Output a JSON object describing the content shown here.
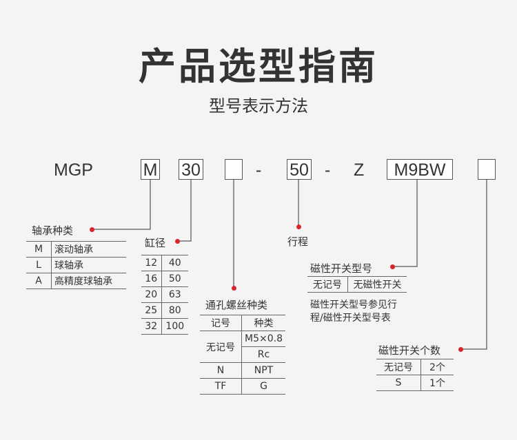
{
  "title": "产品选型指南",
  "subtitle": "型号表示方法",
  "model": {
    "prefix": "MGP",
    "bearing_code": "M",
    "bore_code": "30",
    "thread_code": "",
    "dash1": "-",
    "stroke_code": "50",
    "dash2": "-",
    "z": "Z",
    "switch_code": "M9BW",
    "switch_count_code": ""
  },
  "bearing": {
    "label": "轴承种类",
    "rows": [
      {
        "code": "M",
        "desc": "滚动轴承"
      },
      {
        "code": "L",
        "desc": "球轴承"
      },
      {
        "code": "A",
        "desc": "高精度球轴承"
      }
    ]
  },
  "bore": {
    "label": "缸径",
    "rows": [
      [
        "12",
        "40"
      ],
      [
        "16",
        "50"
      ],
      [
        "20",
        "63"
      ],
      [
        "25",
        "80"
      ],
      [
        "32",
        "100"
      ]
    ]
  },
  "thread": {
    "label": "通孔螺丝种类",
    "headers": [
      "记号",
      "种类"
    ],
    "none_label": "无记号",
    "none_values": [
      "M5×0.8",
      "Rc"
    ],
    "rows": [
      {
        "code": "N",
        "type": "NPT"
      },
      {
        "code": "TF",
        "type": "G"
      }
    ]
  },
  "stroke": {
    "label": "行程"
  },
  "switch_type": {
    "label": "磁性开关型号",
    "none_code": "无记号",
    "none_desc": "无磁性开关",
    "note_line1": "磁性开关型号参见行",
    "note_line2": "程/磁性开关型号表"
  },
  "switch_count": {
    "label": "磁性开关个数",
    "rows": [
      {
        "code": "无记号",
        "count": "2个"
      },
      {
        "code": "S",
        "count": "1个"
      }
    ]
  },
  "colors": {
    "accent_dot": "#d7262b",
    "line": "#555555",
    "background": "#f4f4f4"
  }
}
